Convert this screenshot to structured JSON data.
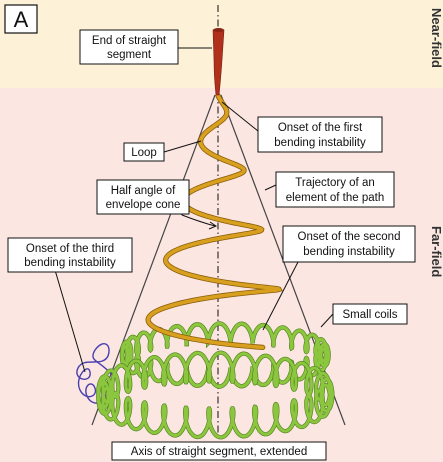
{
  "figure": {
    "panel_letter": "A",
    "regions": {
      "near_field": "Near-field",
      "far_field": "Far-field"
    },
    "labels": {
      "end_of_straight_segment": [
        "End of straight",
        "segment"
      ],
      "onset_first_bending": [
        "Onset of the first",
        "bending instability"
      ],
      "loop": "Loop",
      "trajectory": [
        "Trajectory of an",
        "element of the path"
      ],
      "half_angle": [
        "Half angle of",
        "envelope cone"
      ],
      "onset_second_bending": [
        "Onset of the second",
        "bending instability"
      ],
      "onset_third_bending": [
        "Onset of the third",
        "bending instability"
      ],
      "small_coils": "Small coils",
      "axis": "Axis of straight segment, extended"
    }
  },
  "colors": {
    "near_field_bg": "#fdf2d8",
    "far_field_bg": "#fbe6e1",
    "straight_segment": "#b0301c",
    "primary_coil": "#d9a020",
    "secondary_coil": "#8cc63f",
    "tertiary_coil": "#4a3fb0",
    "cone_lines": "#444444",
    "axis_line": "#222222"
  }
}
